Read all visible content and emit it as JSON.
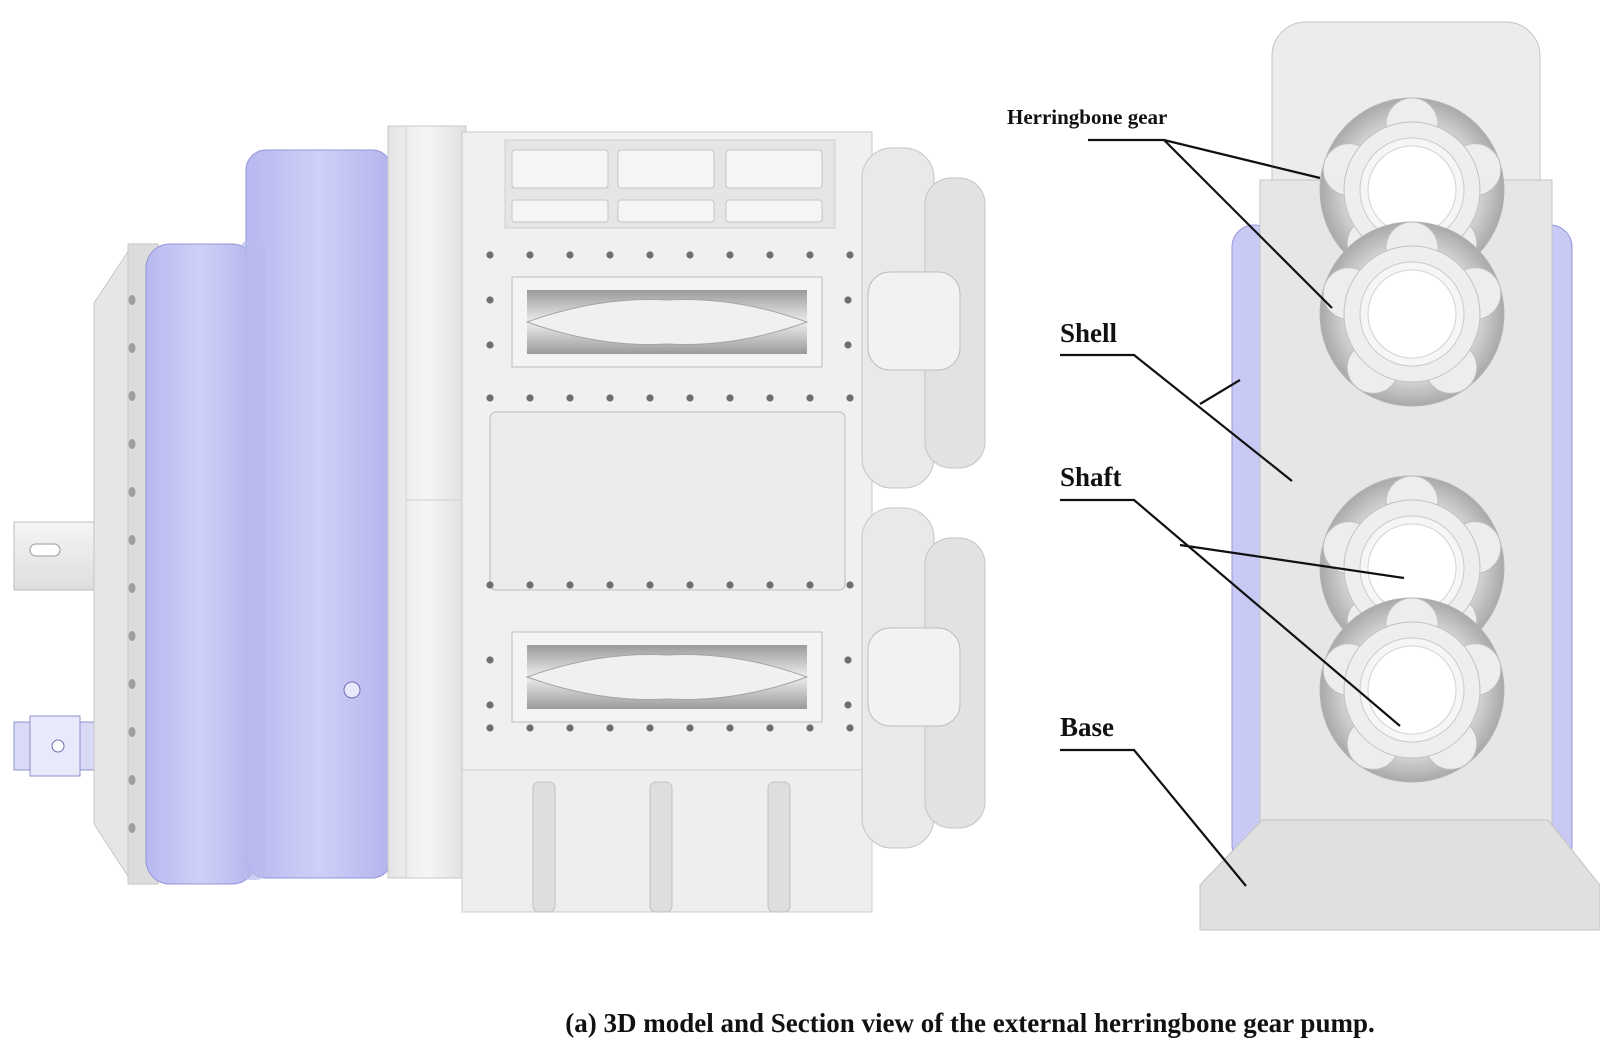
{
  "labels": {
    "herringbone_gear": "Herringbone gear",
    "shell": "Shell",
    "shaft": "Shaft",
    "base": "Base"
  },
  "caption": "(a) 3D model and Section view of the external herringbone gear pump.",
  "colors": {
    "housing_purple": "#c4c5f4",
    "housing_purple_dark": "#a9abe8",
    "metal_light": "#f1f1f1",
    "metal_mid": "#e2e2e2",
    "metal_dark": "#c9c9c9",
    "leader_line": "#111111"
  }
}
